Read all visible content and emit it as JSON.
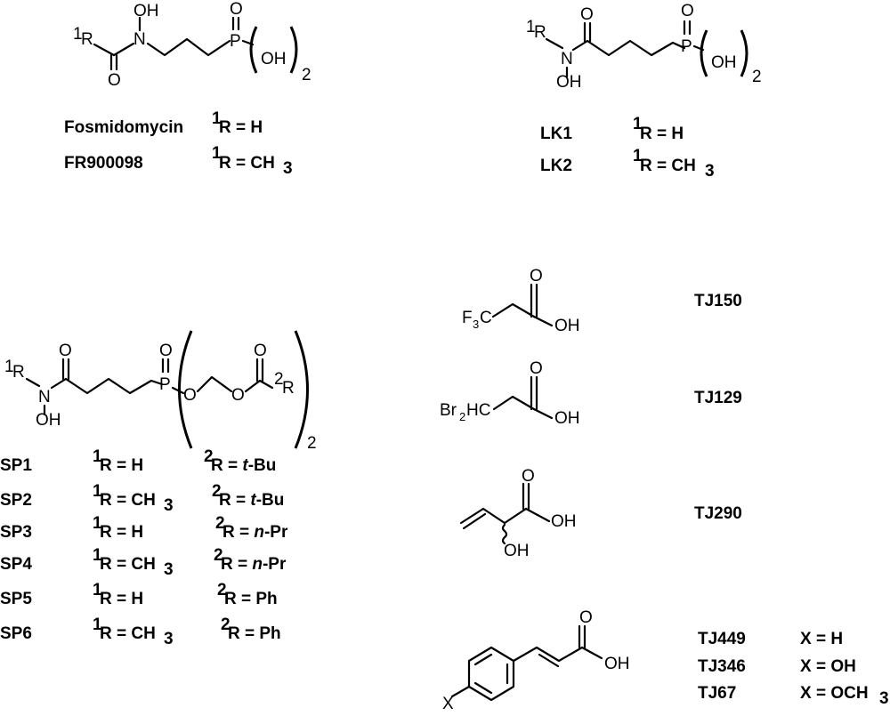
{
  "fosmidomycin_panel": {
    "rows": [
      {
        "name": "Fosmidomycin",
        "r1_sup": "1",
        "r1_text": "R = H",
        "r1_sub": ""
      },
      {
        "name": "FR900098",
        "r1_sup": "1",
        "r1_text": "R = CH",
        "r1_sub": "3"
      }
    ],
    "atoms": {
      "r": "R",
      "r_sup": "1",
      "o": "O",
      "n": "N",
      "oh": "OH",
      "p": "P",
      "oh2": "OH",
      "sub2": "2"
    }
  },
  "lk_panel": {
    "rows": [
      {
        "name": "LK1",
        "r1_sup": "1",
        "r1_text": "R = H",
        "r1_sub": ""
      },
      {
        "name": "LK2",
        "r1_sup": "1",
        "r1_text": "R = CH",
        "r1_sub": "3"
      }
    ],
    "atoms": {
      "r": "R",
      "r_sup": "1",
      "o": "O",
      "n": "N",
      "oh": "OH",
      "p": "P",
      "oh2": "OH",
      "sub2": "2"
    }
  },
  "sp_panel": {
    "rows": [
      {
        "name": "SP1",
        "r1_sup": "1",
        "r1_text": "R = H",
        "r1_sub": "",
        "r2_sup": "2",
        "r2_pre": "R = ",
        "r2_it": "t",
        "r2_post": "-Bu",
        "r2_plain": ""
      },
      {
        "name": "SP2",
        "r1_sup": "1",
        "r1_text": "R = CH",
        "r1_sub": "3",
        "r2_sup": "2",
        "r2_pre": "R = ",
        "r2_it": "t",
        "r2_post": "-Bu",
        "r2_plain": ""
      },
      {
        "name": "SP3",
        "r1_sup": "1",
        "r1_text": "R = H",
        "r1_sub": "",
        "r2_sup": "2",
        "r2_pre": "R = ",
        "r2_it": "n",
        "r2_post": "-Pr",
        "r2_plain": ""
      },
      {
        "name": "SP4",
        "r1_sup": "1",
        "r1_text": "R = CH",
        "r1_sub": "3",
        "r2_sup": "2",
        "r2_pre": "R = ",
        "r2_it": "n",
        "r2_post": "-Pr",
        "r2_plain": ""
      },
      {
        "name": "SP5",
        "r1_sup": "1",
        "r1_text": "R = H",
        "r1_sub": "",
        "r2_sup": "2",
        "r2_pre": "R = Ph",
        "r2_it": "",
        "r2_post": "",
        "r2_plain": ""
      },
      {
        "name": "SP6",
        "r1_sup": "1",
        "r1_text": "R = CH",
        "r1_sub": "3",
        "r2_sup": "2",
        "r2_pre": "R = Ph",
        "r2_it": "",
        "r2_post": "",
        "r2_plain": ""
      }
    ],
    "atoms": {
      "r": "R",
      "r_sup": "1",
      "o": "O",
      "n": "N",
      "oh": "OH",
      "p": "P",
      "r2": "R",
      "r2_sup": "2",
      "sub2": "2"
    }
  },
  "tj150": {
    "name": "TJ150",
    "f3c_f": "F",
    "f3c_sub": "3",
    "f3c_c": "C",
    "o": "O",
    "oh": "OH"
  },
  "tj129": {
    "name": "TJ129",
    "br": "Br",
    "br_sub": "2",
    "hc": "HC",
    "o": "O",
    "oh": "OH"
  },
  "tj290": {
    "name": "TJ290",
    "o": "O",
    "oh": "OH",
    "oh_alpha": "OH"
  },
  "cinnamic": {
    "rows": [
      {
        "name": "TJ449",
        "x_text": "X = H",
        "x_sub": ""
      },
      {
        "name": "TJ346",
        "x_text": "X = OH",
        "x_sub": ""
      },
      {
        "name": "TJ67",
        "x_text": "X = OCH",
        "x_sub": "3"
      }
    ],
    "atoms": {
      "x": "X",
      "o": "O",
      "oh": "OH"
    }
  }
}
